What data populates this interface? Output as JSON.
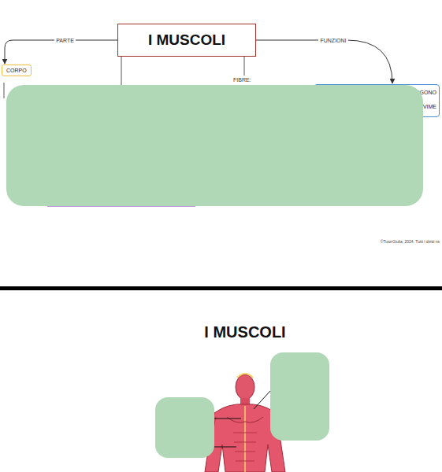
{
  "diagram": {
    "nodes": [
      {
        "text": [
          "I MUSCOLI"
        ]
      },
      {
        "text": [
          "CORPO"
        ]
      },
      {
        "text": [
          "ENGONO",
          "OVIME"
        ]
      }
    ],
    "edges": [
      {
        "from": 0,
        "to": 1,
        "arrow": "to",
        "label": "PARTE"
      },
      {
        "from": 0,
        "to": 2,
        "arrow": "to",
        "label": "FUNZIONI"
      }
    ],
    "labels": [
      "FIBRE:",
      "©TutorGiulia, 2024. Tutti i diritti ris",
      "I MUSCOLI"
    ]
  }
}
